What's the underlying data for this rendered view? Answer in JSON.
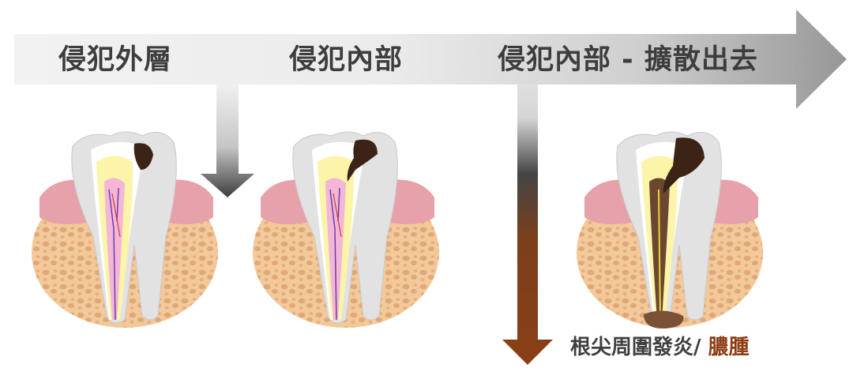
{
  "diagram": {
    "stages": [
      {
        "label": "侵犯外層",
        "decay_level": "enamel"
      },
      {
        "label": "侵犯內部",
        "decay_level": "dentin"
      },
      {
        "label": "侵犯內部 - 擴散出去",
        "decay_level": "pulp"
      }
    ],
    "caption": {
      "prefix": "根尖周圍發炎/ ",
      "accent": "膿腫"
    },
    "icons": {
      "main_arrow": "right-arrow",
      "stage_arrow": "down-arrow",
      "progression_arrow": "down-arrow"
    },
    "colors": {
      "banner_start": "#f1f1f1",
      "banner_end": "#9a9a9a",
      "text": "#3d3d3d",
      "accent": "#8b3e14",
      "decay": "#3b2416",
      "gum": "#e9a7b0",
      "bone": "#f0c596",
      "pulp_yellow": "#fbf4a9",
      "pulp_pink": "#f4b6d6"
    }
  }
}
